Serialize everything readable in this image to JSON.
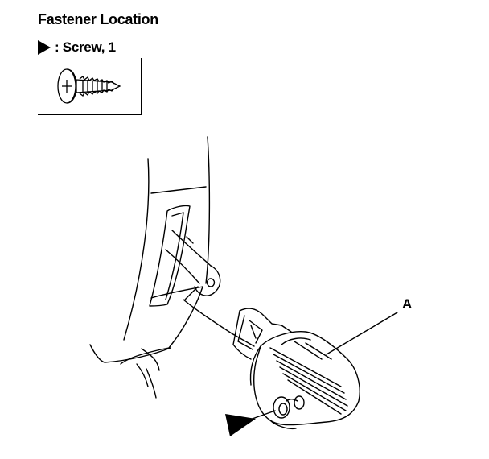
{
  "header": {
    "title": "Fastener Location"
  },
  "legend": {
    "marker_icon": "triangle-pointer-icon",
    "label": ": Screw, 1"
  },
  "callouts": [
    {
      "id": "A",
      "label": "A"
    }
  ],
  "colors": {
    "ink": "#000000",
    "paper": "#ffffff"
  }
}
